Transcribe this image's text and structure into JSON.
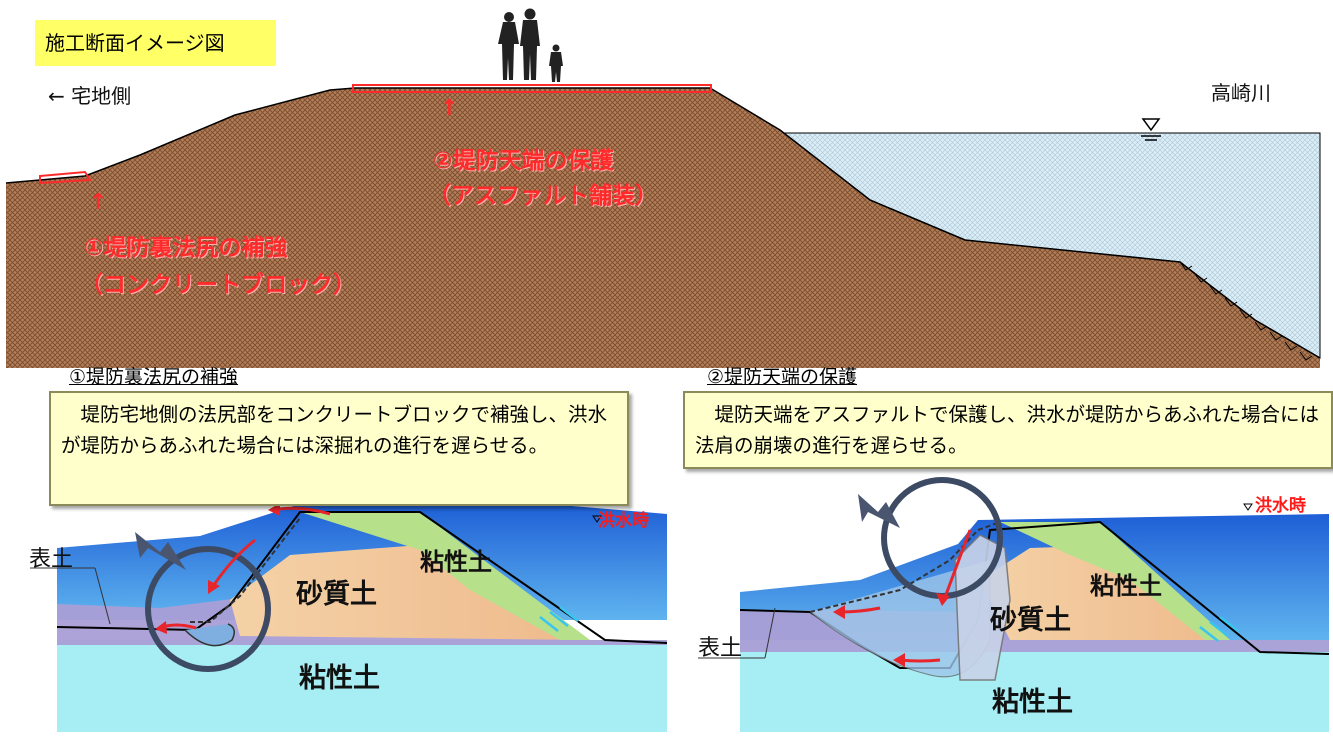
{
  "title": "施工断面イメージ図",
  "top": {
    "house_side": "← 宅地側",
    "river": "高崎川",
    "label1_line1": "①堤防裏法尻の補強",
    "label1_line2": "（コンクリートブロック）",
    "label2_line1": "②堤防天端の保護",
    "label2_line2": "（アスファルト舗装）"
  },
  "left_panel": {
    "heading": "①堤防裏法尻の補強",
    "callout": "　堤防宅地側の法尻部をコンクリートブロックで補強し、洪水が堤防からあふれた場合には深掘れの進行を遅らせる。",
    "flood": "洪水時",
    "surface_soil": "表土",
    "sandy_soil": "砂質土",
    "clay_upper": "粘性土",
    "clay_lower": "粘性土"
  },
  "right_panel": {
    "heading": "②堤防天端の保護",
    "callout": "　堤防天端をアスファルトで保護し、洪水が堤防からあふれた場合には法肩の崩壊の進行を遅らせる。",
    "flood": "洪水時",
    "surface_soil": "表土",
    "sandy_soil": "砂質土",
    "clay_upper": "粘性土",
    "clay_lower": "粘性土"
  },
  "colors": {
    "levee_fill": "#b58863",
    "water_fill": "#d8ecf5",
    "red": "#ff2a2a",
    "callout_bg": "#ffffcc",
    "title_bg": "#ffff66",
    "flood_water": "#2a6ed8",
    "subsoil": "#a6eef3",
    "sand": "#f0c49a",
    "clay_green": "#b6e08a",
    "purple_layer": "#a99ed6"
  }
}
